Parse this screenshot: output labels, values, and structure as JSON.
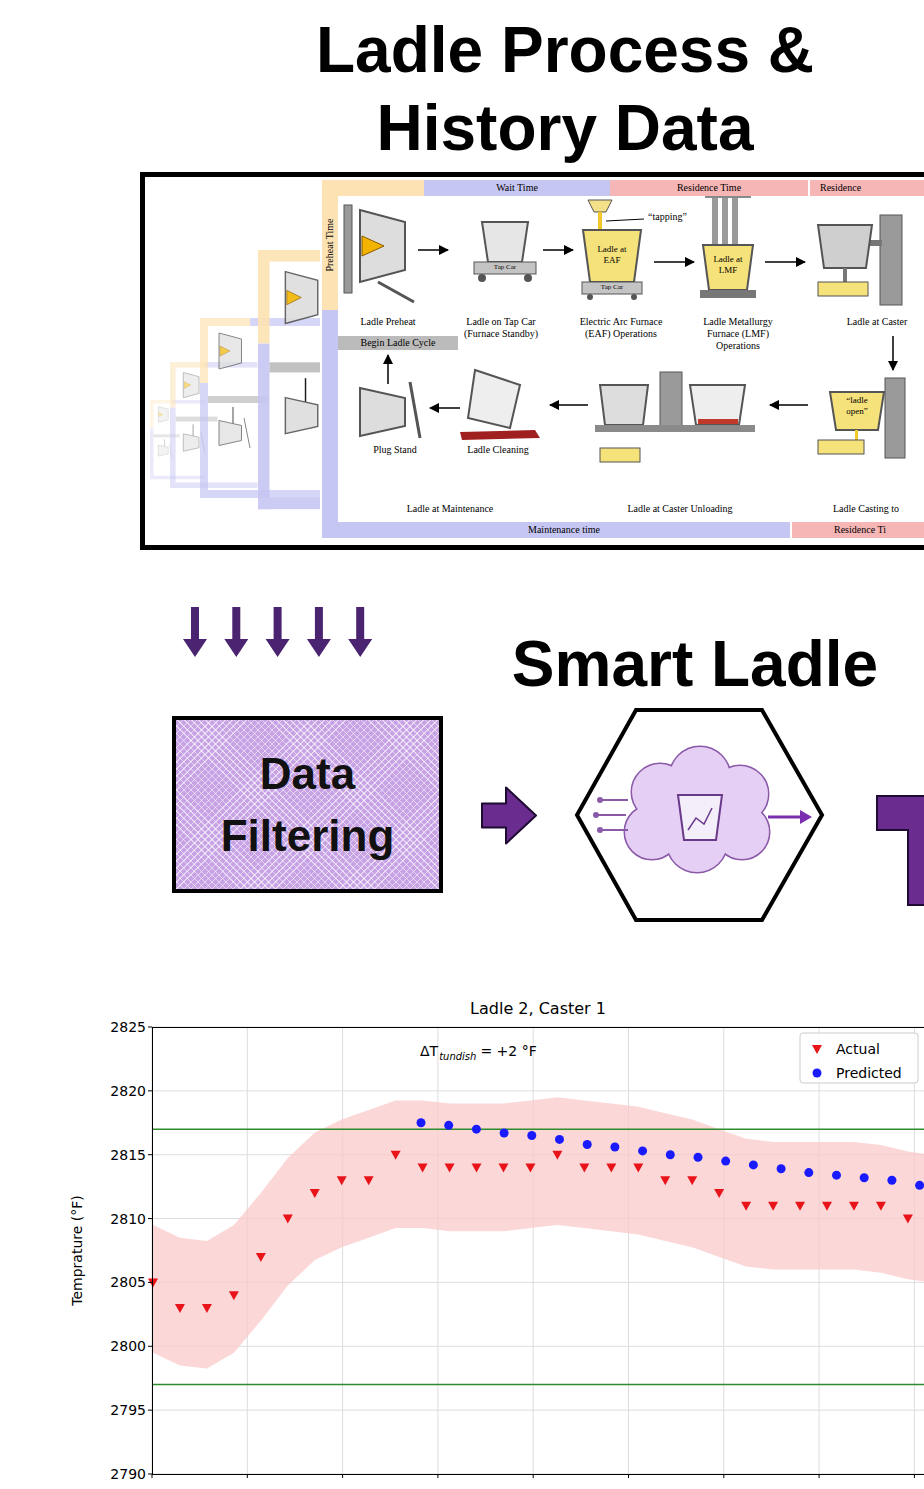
{
  "diagram": {
    "nodes": [
      {
        "text": [
          "Ladle Process & History Data"
        ]
      },
      {
        "text": [
          "Wait Time"
        ],
        "in": 0
      },
      {
        "text": [
          "Residence Time"
        ],
        "in": 0
      },
      {
        "text": [
          "Residence"
        ],
        "in": 0
      },
      {
        "text": [
          "Preheat Time"
        ],
        "in": 0
      },
      {
        "text": [
          "Begin Ladle Cycle"
        ],
        "in": 0
      },
      {
        "text": [
          "Maintenance time"
        ],
        "in": 0
      },
      {
        "text": [
          "Residence Ti"
        ],
        "in": 0
      },
      {
        "text": [
          "Data Filtering"
        ]
      },
      {
        "text": [
          "Smart Ladle"
        ]
      }
    ],
    "edges": [
      {
        "from": 0,
        "to": 8,
        "arrow": "to"
      },
      {
        "from": 8,
        "to": 9,
        "arrow": "to"
      }
    ],
    "labels": [
      "“tapping”",
      "Ladle at EAF",
      "Tap Car",
      "Ladle at LMF",
      "Tap Car",
      "Ladle Preheat",
      "Ladle on Tap Car (Furnace Standby)",
      "Electric Arc Furnace (EAF) Operations",
      "Ladle Metallurgy Furnace (LMF) Operations",
      "Ladle at Caster",
      "“ladle open”",
      "Plug Stand",
      "Ladle Cleaning",
      "Ladle at Maintenance",
      "Ladle at Caster Unloading",
      "Ladle Casting to",
      "Ladle 2, Caster 1",
      "ΔT",
      "tundish",
      "= +2 °F",
      "2825",
      "2820",
      "2815",
      "2810",
      "2805",
      "2800",
      "2795",
      "2790",
      "Temprature (°F)"
    ],
    "legend": [
      {
        "text": "Actual"
      },
      {
        "text": "Predicted"
      }
    ]
  }
}
